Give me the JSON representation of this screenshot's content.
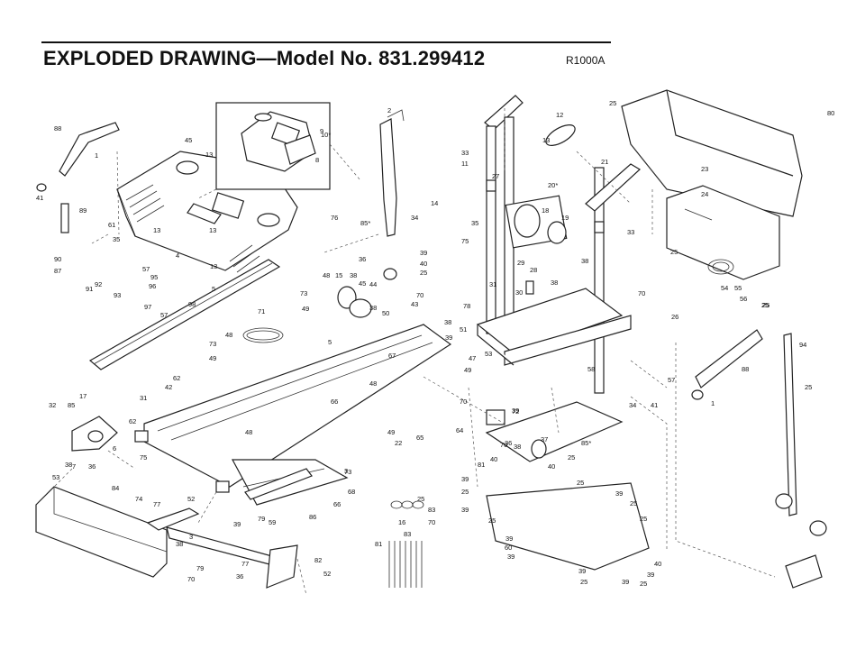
{
  "header": {
    "title": "EXPLODED DRAWING—Model No. 831.299412",
    "ref_code": "R1000A"
  },
  "callouts": [
    "88",
    "1",
    "41",
    "89",
    "45",
    "13",
    "9",
    "10*",
    "8",
    "2",
    "33",
    "11",
    "12",
    "13",
    "25",
    "80",
    "61",
    "35",
    "13",
    "13",
    "4",
    "13",
    "76",
    "14",
    "35",
    "85*",
    "34",
    "20*",
    "18",
    "19",
    "27",
    "21",
    "23",
    "24",
    "25",
    "90",
    "87",
    "91",
    "92",
    "93",
    "57",
    "95",
    "96",
    "97",
    "57",
    "98",
    "5",
    "73",
    "49",
    "48",
    "15",
    "38",
    "45",
    "44",
    "36",
    "39",
    "40",
    "25",
    "38",
    "70",
    "50",
    "43",
    "75",
    "29",
    "28",
    "38",
    "31",
    "30",
    "78",
    "38",
    "33",
    "70",
    "26",
    "25",
    "54",
    "55",
    "56",
    "25",
    "71",
    "48",
    "73",
    "49",
    "5",
    "67",
    "48",
    "39",
    "38",
    "51",
    "53",
    "47",
    "49",
    "70",
    "72",
    "58",
    "57",
    "41",
    "1",
    "88",
    "94",
    "25",
    "42",
    "62",
    "31",
    "32",
    "85",
    "17",
    "6",
    "36",
    "38",
    "7",
    "75",
    "62",
    "48",
    "66",
    "73",
    "49",
    "22",
    "65",
    "64",
    "70",
    "39",
    "37",
    "38",
    "36",
    "40",
    "25",
    "85*",
    "34",
    "53",
    "84",
    "74",
    "77",
    "52",
    "3",
    "38",
    "79",
    "59",
    "86",
    "3",
    "68",
    "66",
    "25",
    "83",
    "70",
    "81",
    "16",
    "83",
    "39",
    "82",
    "52",
    "77",
    "36",
    "79",
    "70",
    "81",
    "40",
    "39",
    "25",
    "39",
    "25",
    "39",
    "60",
    "39",
    "25",
    "39",
    "25",
    "25",
    "39",
    "25",
    "39",
    "40",
    "39",
    "25",
    "98",
    "93",
    "92",
    "97",
    "57",
    "95",
    "96",
    "57",
    "91",
    "90",
    "87"
  ]
}
